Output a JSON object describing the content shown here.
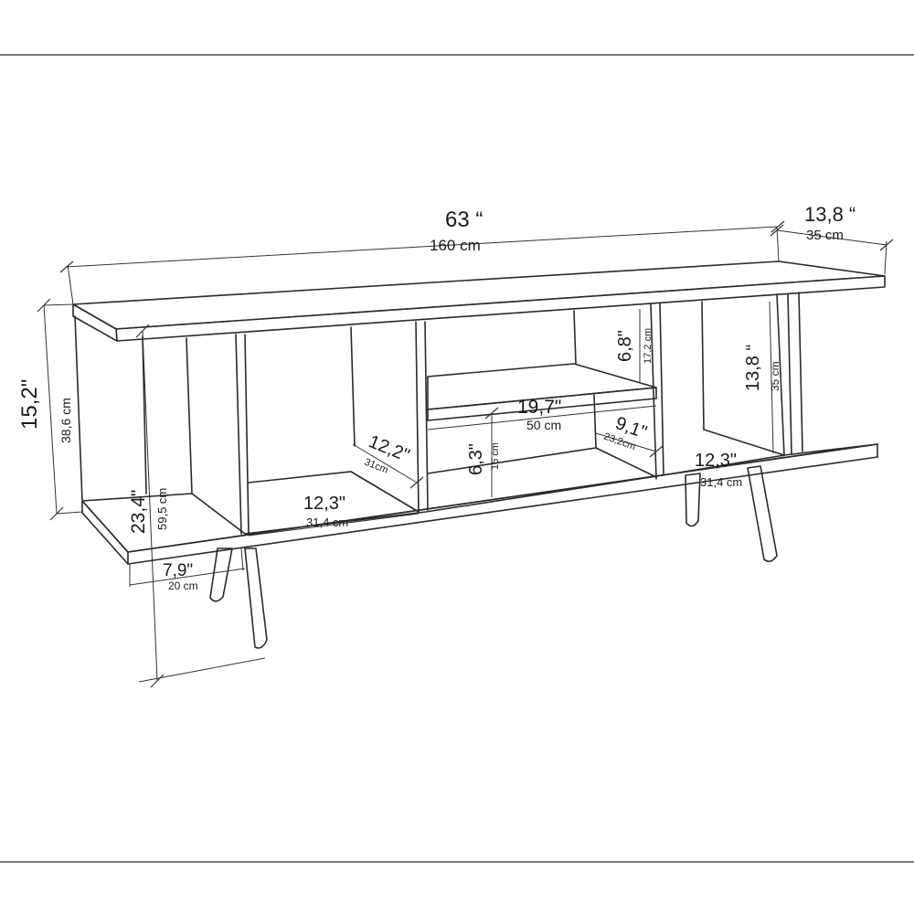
{
  "diagram": {
    "subject": "TV stand dimension drawing",
    "stroke_color": "#2a2a2a",
    "background_color": "#ffffff",
    "rule_color": "#7a7a7a"
  },
  "dimensions": {
    "overall_width": {
      "inch": "63 “",
      "cm": "160 cm"
    },
    "overall_depth": {
      "inch": "13,8 “",
      "cm": "35 cm"
    },
    "overall_height": {
      "inch": "15,2\"",
      "cm": "38,6 cm"
    },
    "leg_span_depth": {
      "inch": "23,4\"",
      "cm": "59,5 cm"
    },
    "left_offset": {
      "inch": "7,9\"",
      "cm": "20 cm"
    },
    "left_compartment_width": {
      "inch": "12,3\"",
      "cm": "31,4 cm"
    },
    "left_compartment_depth": {
      "inch": "12,2\"",
      "cm": "31cm"
    },
    "center_width": {
      "inch": "19,7\"",
      "cm": "50 cm"
    },
    "center_lower_height": {
      "inch": "6,3\"",
      "cm": "16 cm"
    },
    "center_upper_height": {
      "inch": "6,8\"",
      "cm": "17,2 cm"
    },
    "center_depth": {
      "inch": "9,1\"",
      "cm": "23,2cm"
    },
    "right_compartment_width": {
      "inch": "12,3\"",
      "cm": "31,4 cm"
    },
    "right_compartment_height": {
      "inch": "13,8 “",
      "cm": "35 cm"
    }
  }
}
